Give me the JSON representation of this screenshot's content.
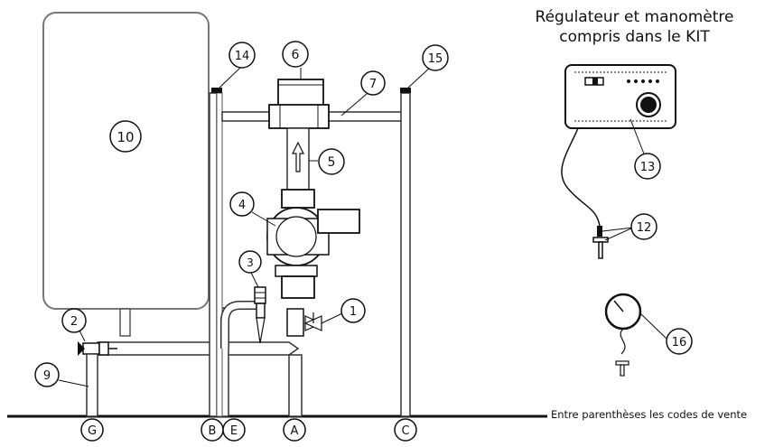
{
  "kit_title": {
    "line1": "Régulateur et manomètre",
    "line2": "compris dans le KIT"
  },
  "footer_note": "Entre parenthèses les codes de vente",
  "callouts": {
    "c1": "1",
    "c2": "2",
    "c3": "3",
    "c4": "4",
    "c5": "5",
    "c6": "6",
    "c7": "7",
    "c9": "9",
    "c10": "10",
    "c12": "12",
    "c13": "13",
    "c14": "14",
    "c15": "15",
    "c16": "16"
  },
  "connections": {
    "g": "G",
    "b": "B",
    "e": "E",
    "a": "A",
    "c": "C"
  }
}
